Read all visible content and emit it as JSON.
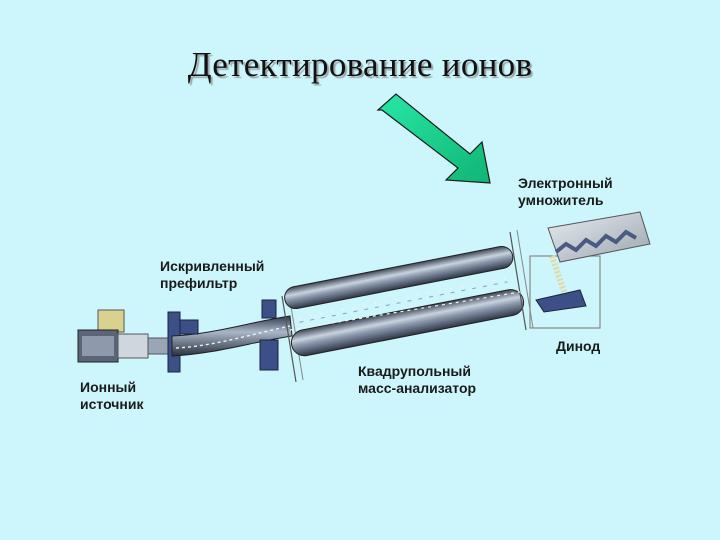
{
  "slide": {
    "title": "Детектирование ионов"
  },
  "labels": {
    "electron_multiplier": "Электронный\nумножитель",
    "curved_prefilter": "Искривленный\nпрефильтр",
    "dynode": "Динод",
    "quadrupole": "Квадрупольный\nмасс-анализатор",
    "ion_source": "Ионный\nисточник"
  },
  "colors": {
    "background": "#ccf6fb",
    "arrow": "#1ecf8c",
    "rod": "#7a8aa0",
    "rod_dark": "#3b4658"
  }
}
